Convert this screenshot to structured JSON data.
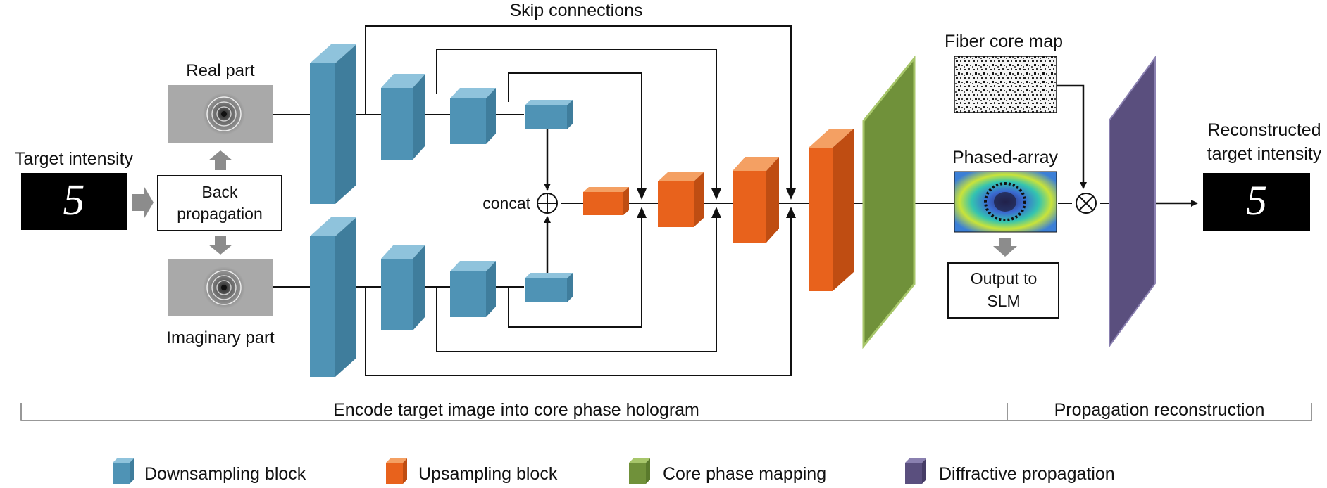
{
  "labels": {
    "skip_connections": "Skip connections",
    "real_part": "Real part",
    "imaginary_part": "Imaginary part",
    "target_intensity": "Target intensity",
    "back_propagation_line1": "Back",
    "back_propagation_line2": "propagation",
    "concat": "concat",
    "fiber_core_map": "Fiber core map",
    "phased_array": "Phased-array",
    "output_line1": "Output to",
    "output_line2": "SLM",
    "reconstructed_line1": "Reconstructed",
    "reconstructed_line2": "target intensity",
    "target_digit": "5",
    "reconstructed_digit": "5",
    "stage_encode": "Encode target image into core phase hologram",
    "stage_propagation": "Propagation reconstruction"
  },
  "legend": [
    {
      "label": "Downsampling block",
      "color": "#4f93b5"
    },
    {
      "label": "Upsampling block",
      "color": "#e8621c"
    },
    {
      "label": "Core phase mapping",
      "color": "#70913a"
    },
    {
      "label": "Diffractive propagation",
      "color": "#5a4f7e"
    }
  ],
  "colors": {
    "downsampling": "#4f93b5",
    "upsampling": "#e8621c",
    "core_phase": "#70913a",
    "diffractive": "#5a4f7e",
    "arrow_gray": "#8c8c8c"
  },
  "icons": {
    "combine": "circle-plus-icon",
    "multiply": "circle-times-icon"
  }
}
